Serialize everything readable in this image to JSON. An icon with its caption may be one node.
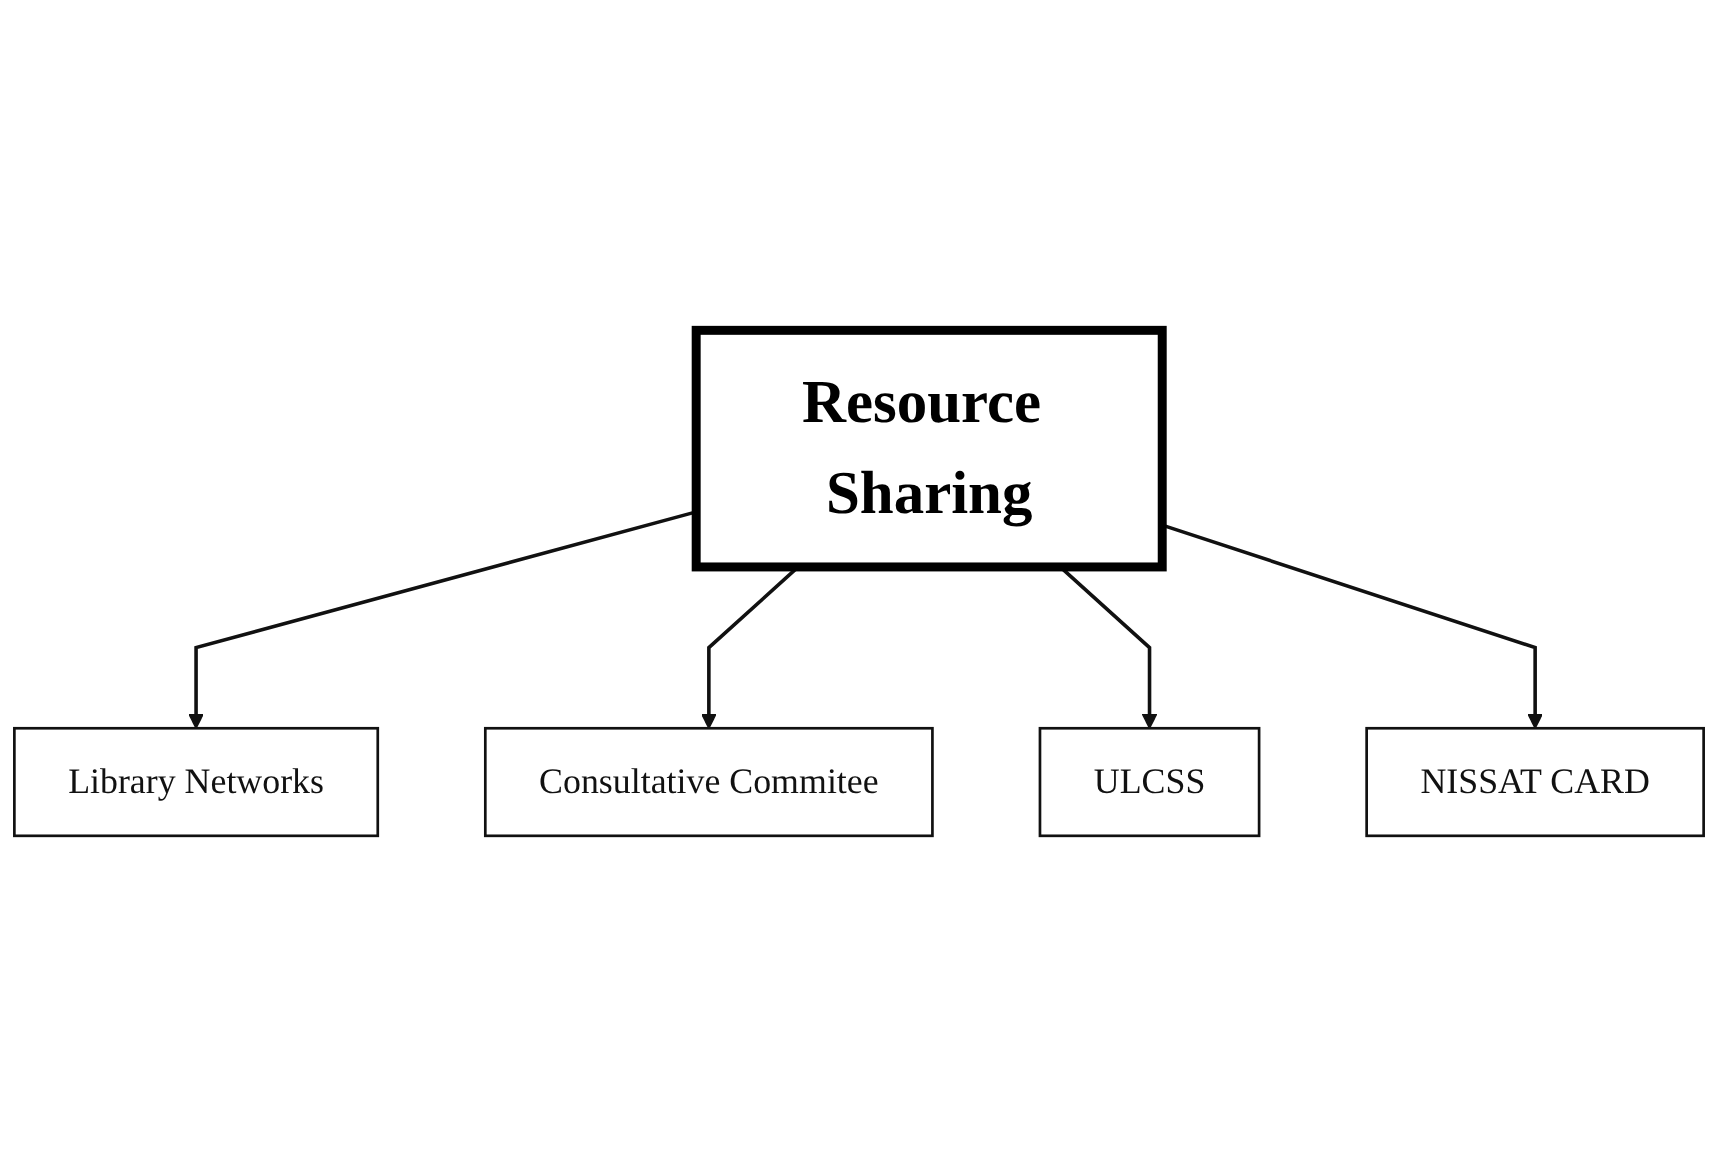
{
  "diagram": {
    "nodes": [
      {
        "text": [
          "Library Networks"
        ]
      },
      {
        "text": [
          "Consultative Commitee"
        ]
      },
      {
        "text": [
          "Resource Sharing"
        ]
      },
      {
        "text": [
          "ULCSS"
        ]
      },
      {
        "text": [
          "NISSAT CARD"
        ]
      }
    ],
    "edges": [
      {
        "from": 2,
        "to": 0,
        "arrow": "to"
      },
      {
        "from": 2,
        "to": 1,
        "arrow": "to"
      },
      {
        "from": 2,
        "to": 3,
        "arrow": "to"
      },
      {
        "from": 2,
        "to": 4,
        "arrow": "to"
      }
    ]
  }
}
